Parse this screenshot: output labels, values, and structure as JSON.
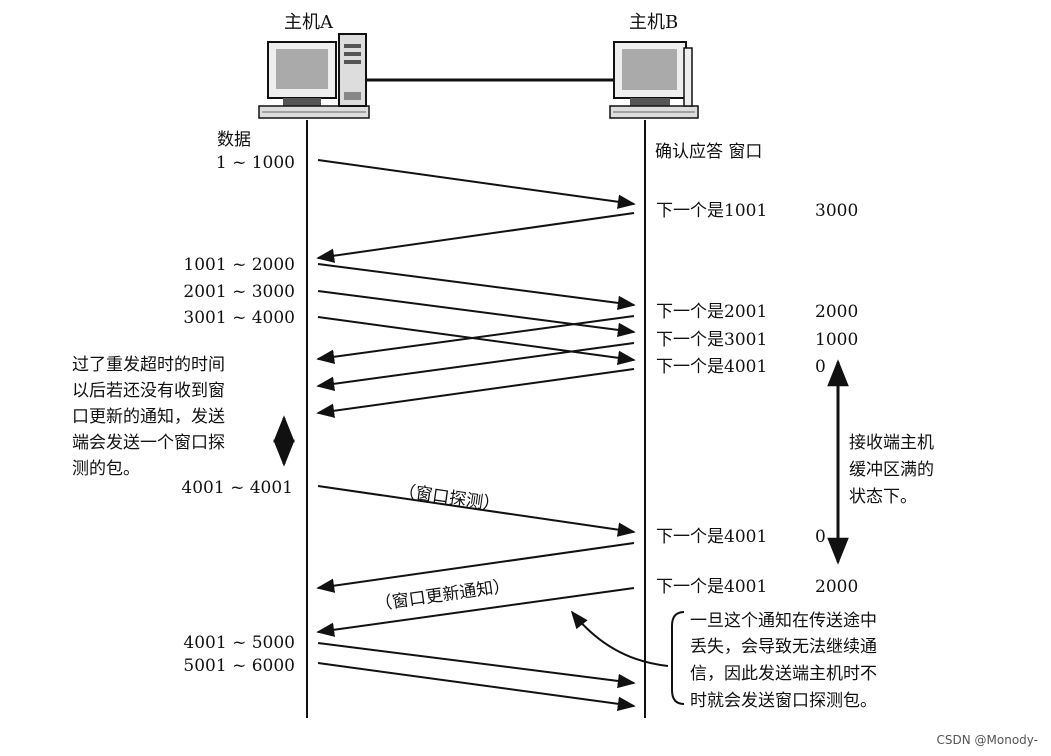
{
  "host_a": {
    "label": "主机A"
  },
  "host_b": {
    "label": "主机B"
  },
  "host_a_header": "数据",
  "host_b_header": "确认应答 窗口",
  "data_labels": [
    {
      "text": "1 ~ 1000"
    },
    {
      "text": "1001 ~ 2000"
    },
    {
      "text": "2001 ~ 3000"
    },
    {
      "text": "3001 ~ 4000"
    },
    {
      "text": "4001 ~ 4001"
    },
    {
      "text": "4001 ~ 5000"
    },
    {
      "text": "5001 ~ 6000"
    }
  ],
  "ack_labels": [
    {
      "ack": "下一个是1001",
      "window": "3000"
    },
    {
      "ack": "下一个是2001",
      "window": "2000"
    },
    {
      "ack": "下一个是3001",
      "window": "1000"
    },
    {
      "ack": "下一个是4001",
      "window": "0"
    },
    {
      "ack": "下一个是4001",
      "window": "0"
    },
    {
      "ack": "下一个是4001",
      "window": "2000"
    }
  ],
  "annotations": {
    "timeout_note": [
      "过了重发超时的时间",
      "以后若还没有收到窗",
      "口更新的通知，发送",
      "端会发送一个窗口探",
      "测的包。"
    ],
    "buffer_full_note": [
      "接收端主机",
      "缓冲区满的",
      "状态下。"
    ],
    "loss_note": [
      "一旦这个通知在传送途中",
      "丢失，会导致无法继续通",
      "信，因此发送端主机时不",
      "时就会发送窗口探测包。"
    ],
    "window_probe": "（窗口探测）",
    "window_update": "（窗口更新通知）"
  },
  "watermark": "CSDN @Monody-",
  "icons": {
    "computer": "computer-icon",
    "tower": "tower-icon"
  }
}
